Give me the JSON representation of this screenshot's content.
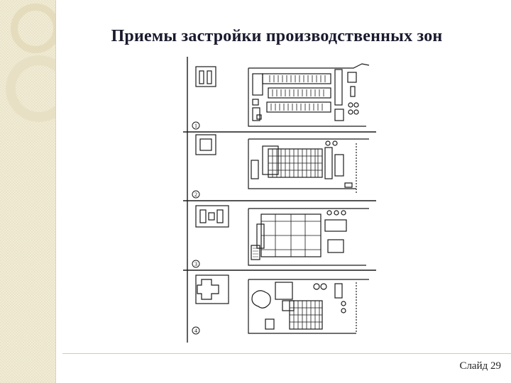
{
  "slide": {
    "title": "Приемы застройки производственных зон",
    "number_label": "Слайд 29"
  },
  "figure": {
    "panel_numbers": [
      "1",
      "2",
      "3",
      "4"
    ]
  },
  "colors": {
    "side_band": "#f1ecd6",
    "line": "#1a1a1a",
    "footer_rule": "#d8cc9c"
  }
}
